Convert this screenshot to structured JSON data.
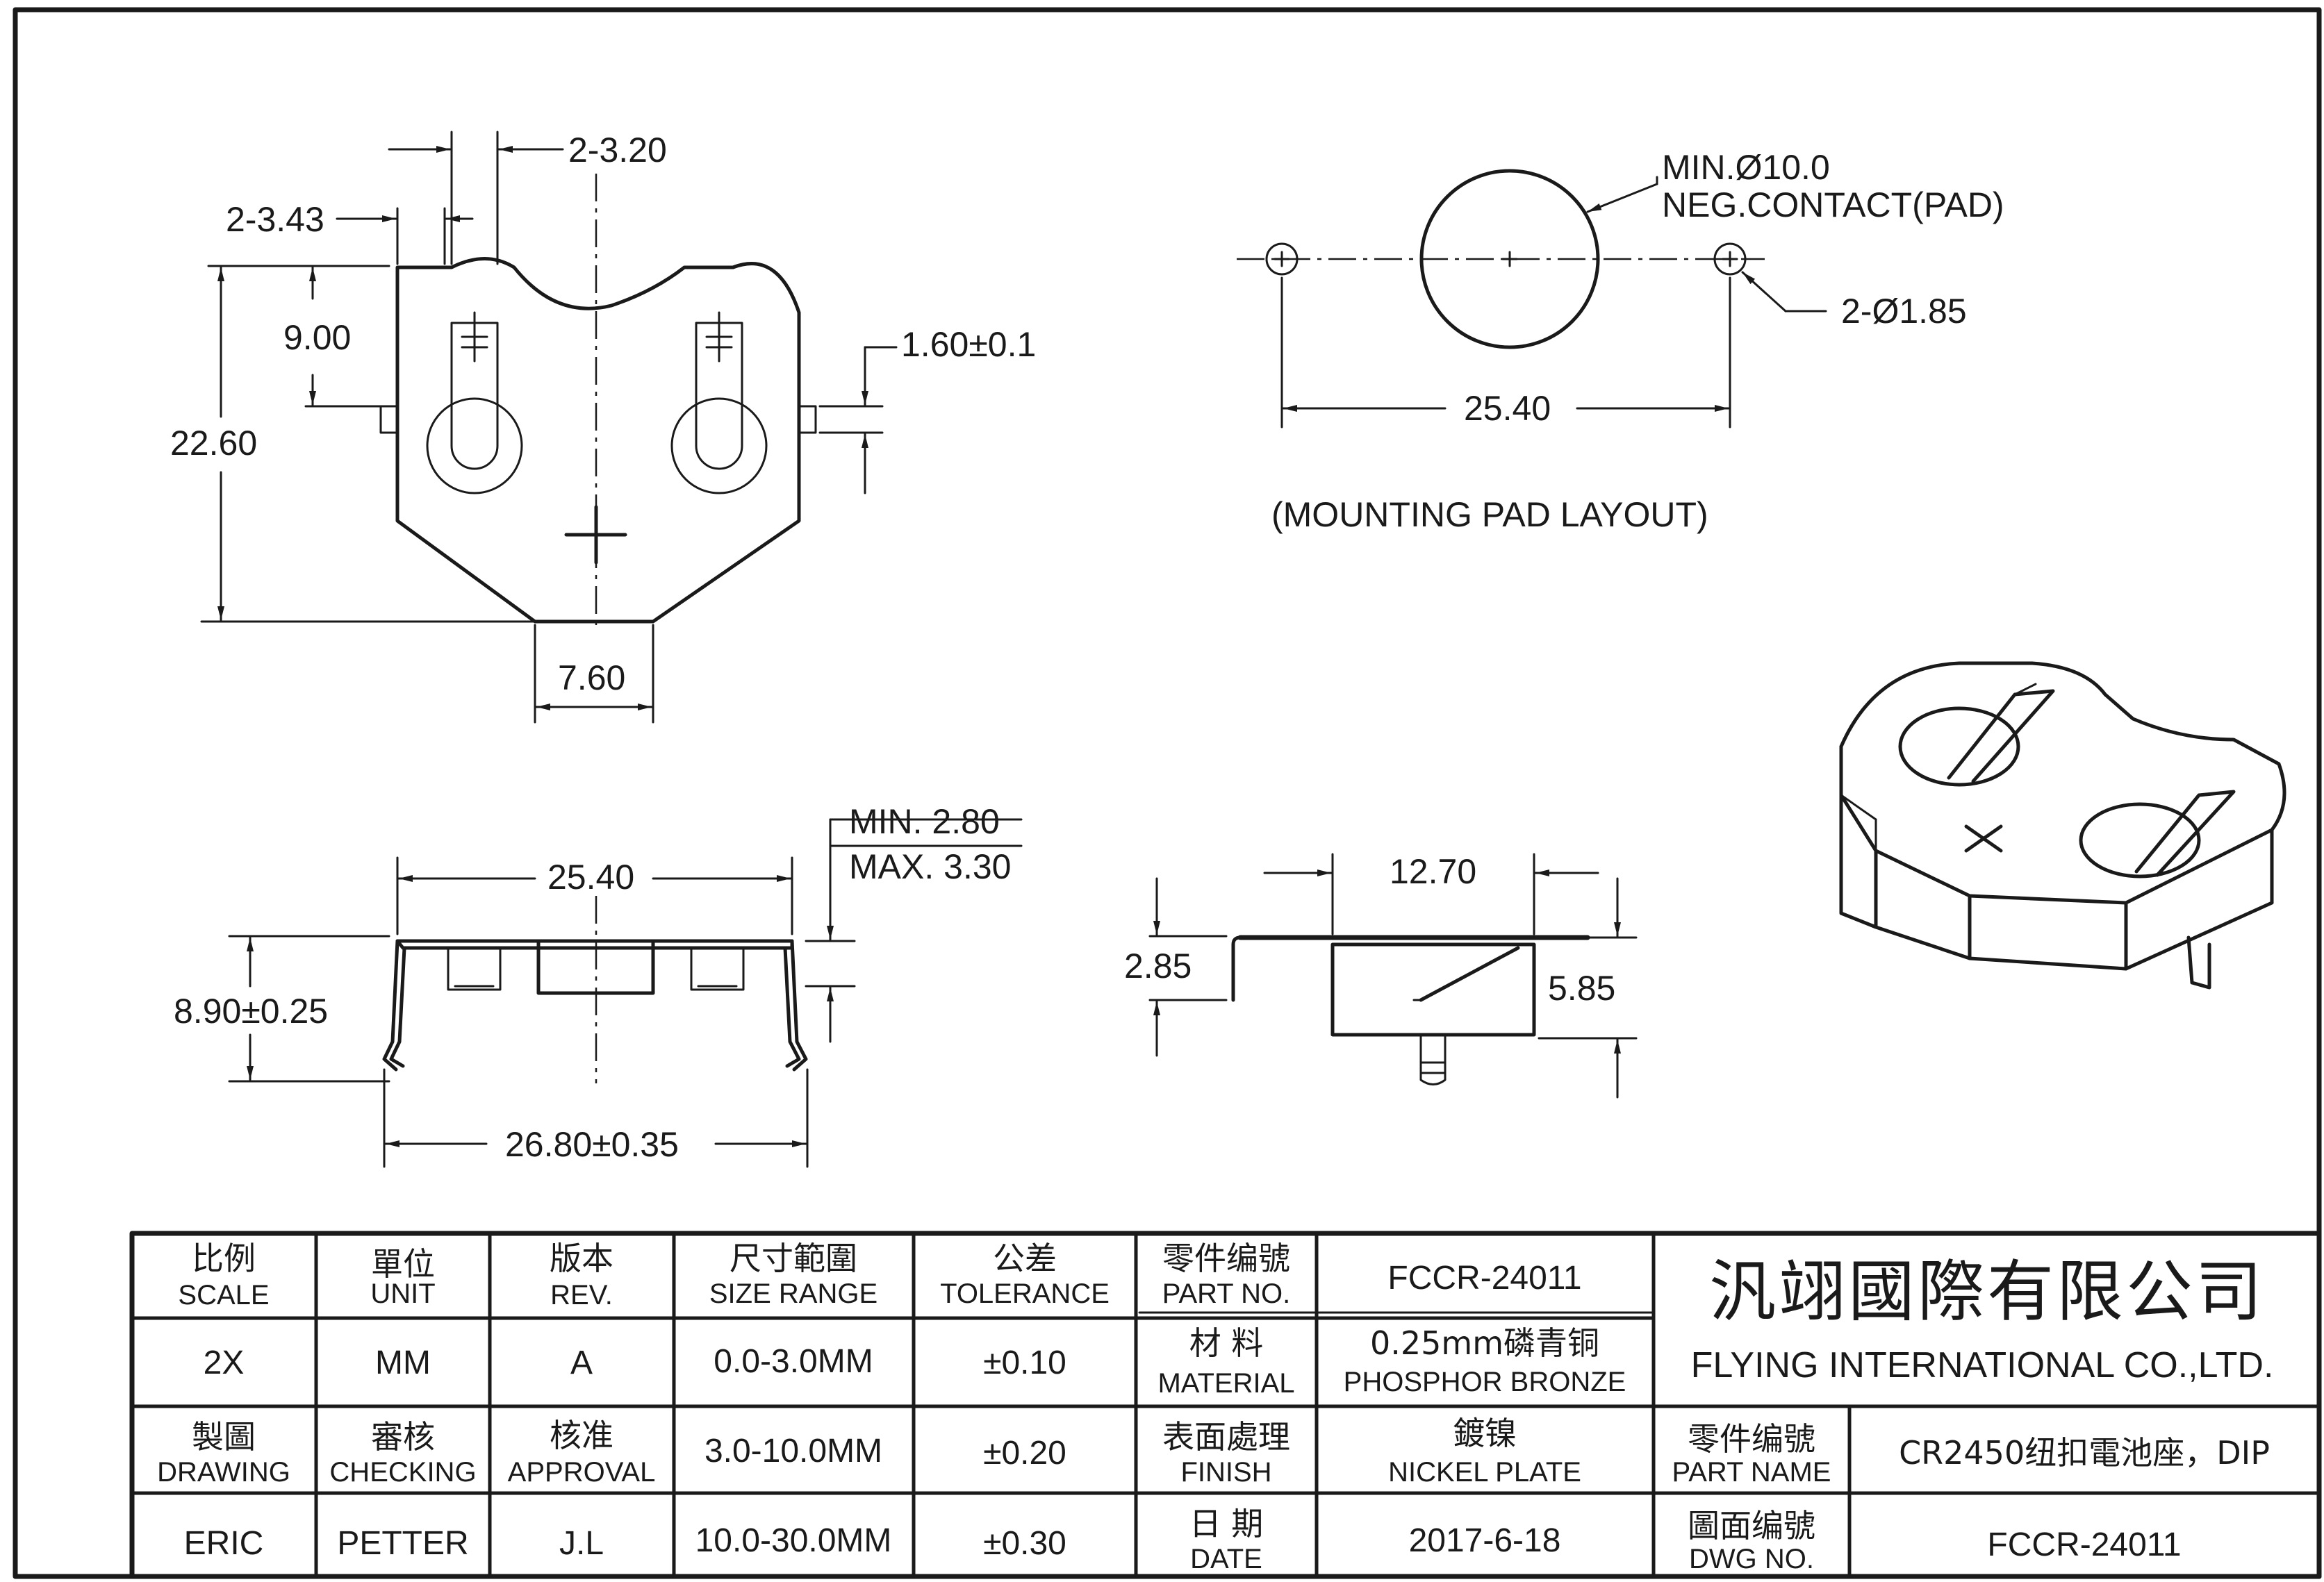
{
  "top_view": {
    "dim_slot_width": "2-3.20",
    "dim_slot_pitch": "2-3.43",
    "dim_slot_depth": "9.00",
    "dim_height": "22.60",
    "dim_tab": "1.60±0.1",
    "dim_bottom": "7.60"
  },
  "pad_layout": {
    "note_line1": "MIN.Ø10.0",
    "note_line2": "NEG.CONTACT(PAD)",
    "hole_note": "2-Ø1.85",
    "dim_pitch": "25.40",
    "title": "(MOUNTING PAD LAYOUT)"
  },
  "side_view": {
    "dim_top": "25.40",
    "dim_height_min": "MIN. 2.80",
    "dim_height_max": "MAX. 3.30",
    "dim_overall_height": "8.90±0.25",
    "dim_overall_width": "26.80±0.35"
  },
  "end_view": {
    "dim_width": "12.70",
    "dim_offset": "2.85",
    "dim_height": "5.85"
  },
  "title_block": {
    "scale_cn": "比例",
    "scale_en": "SCALE",
    "scale_val": "2X",
    "unit_cn": "單位",
    "unit_en": "UNIT",
    "unit_val": "MM",
    "rev_cn": "版本",
    "rev_en": "REV.",
    "rev_val": "A",
    "size_cn": "尺寸範圍",
    "size_en": "SIZE RANGE",
    "tol_cn": "公差",
    "tol_en": "TOLERANCE",
    "ranges": [
      "0.0-3.0MM",
      "3.0-10.0MM",
      "10.0-30.0MM"
    ],
    "tolerances": [
      "±0.10",
      "±0.20",
      "±0.30"
    ],
    "drawing_cn": "製圖",
    "drawing_en": "DRAWING",
    "drawing_val": "ERIC",
    "checking_cn": "審核",
    "checking_en": "CHECKING",
    "checking_val": "PETTER",
    "approval_cn": "核准",
    "approval_en": "APPROVAL",
    "approval_val": "J.L",
    "partno_cn": "零件编號",
    "partno_en": "PART NO.",
    "partno_val": "FCCR-24011",
    "material_cn": "材 料",
    "material_en": "MATERIAL",
    "material_val1": "0.25mm磷青铜",
    "material_val2": "PHOSPHOR BRONZE",
    "finish_cn": "表面處理",
    "finish_en": "FINISH",
    "finish_val1": "鍍镍",
    "finish_val2": "NICKEL PLATE",
    "date_cn": "日 期",
    "date_en": "DATE",
    "date_val": "2017-6-18",
    "company_cn": "汎翊國際有限公司",
    "company_en": "FLYING INTERNATIONAL CO.,LTD.",
    "partname_cn": "零件编號",
    "partname_en": "PART NAME",
    "partname_val": "CR2450纽扣電池座，DIP",
    "dwgno_cn": "圖面编號",
    "dwgno_en": "DWG NO.",
    "dwgno_val": "FCCR-24011"
  }
}
